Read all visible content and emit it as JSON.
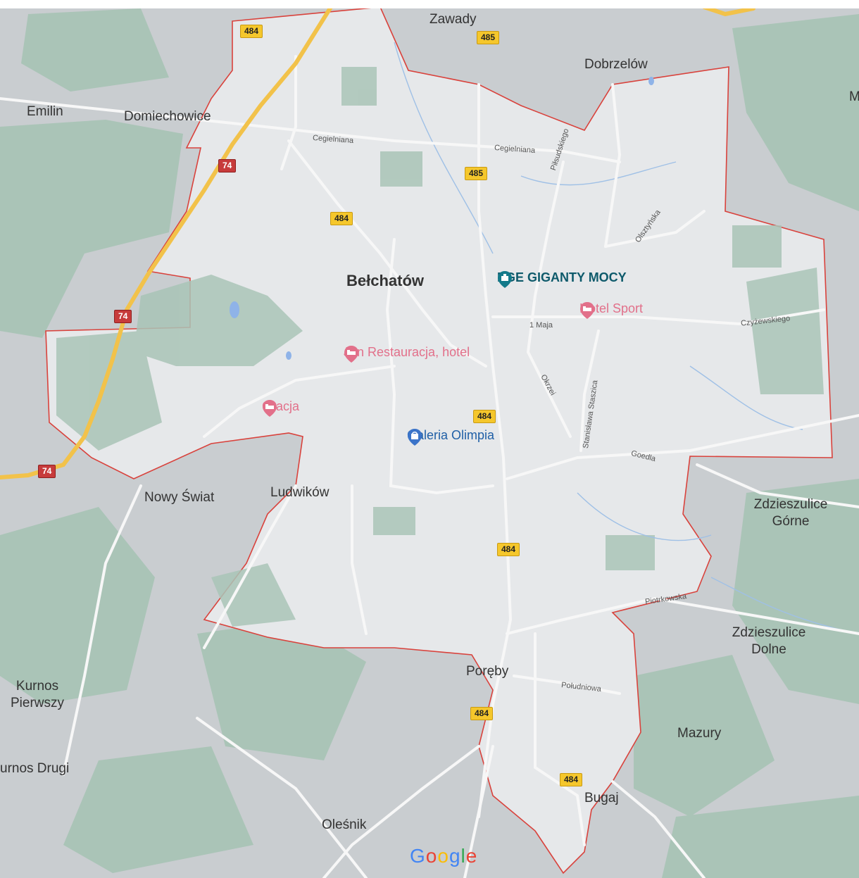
{
  "places": {
    "zawady": "Zawady",
    "dobrzelow": "Dobrzelów",
    "emilin": "Emilin",
    "domiechowice": "Domiechowice",
    "belchatow": "Bełchatów",
    "nowy_swiat": "Nowy Świat",
    "ludwikow": "Ludwików",
    "zdzieszulice_gorne": "Zdzieszulice Górne",
    "zdzieszulice_dolne": "Zdzieszulice Dolne",
    "kurnos_pierwszy": "Kurnos Pierwszy",
    "kurnos_drugi": "urnos Drugi",
    "poreby": "Poręby",
    "mazury": "Mazury",
    "bugaj": "Bugaj",
    "olesnik": "Oleśnik",
    "edge_m": "M"
  },
  "streets": {
    "cegielniana_1": "Cegielniana",
    "cegielniana_2": "Cegielniana",
    "pilsudskiego": "Piłsudskiego",
    "olsztynska": "Olsztyńska",
    "maja": "1 Maja",
    "czyzewskiego": "Czyżewskiego",
    "okrzei": "Okrzei",
    "staszica": "Stanisława Staszica",
    "goedla": "Goedla",
    "piotrkowska": "Piotrkowska",
    "poludniowa": "Południowa"
  },
  "shields": {
    "r484_top": "484",
    "r485_top": "485",
    "r485_mid": "485",
    "r484_a": "484",
    "r484_center": "484",
    "r484_b": "484",
    "r484_c": "484",
    "r484_d": "484",
    "n74_a": "74",
    "n74_b": "74",
    "n74_c": "74"
  },
  "pois": {
    "pge": "PGE GIGANTY MOCY",
    "hotel_sport": "Hotel Sport",
    "jan": "Jan Restauracja, hotel",
    "gracja": "Gracja",
    "galeria": "Galeria Olimpia"
  },
  "logo": "Google",
  "colors": {
    "background": "#c9cdd0",
    "city_area": "#e6e8ea",
    "forest": "#a9c3b6",
    "boundary": "#d9423c",
    "major_road": "#f2c24a",
    "minor_road": "#f7f7f7"
  }
}
